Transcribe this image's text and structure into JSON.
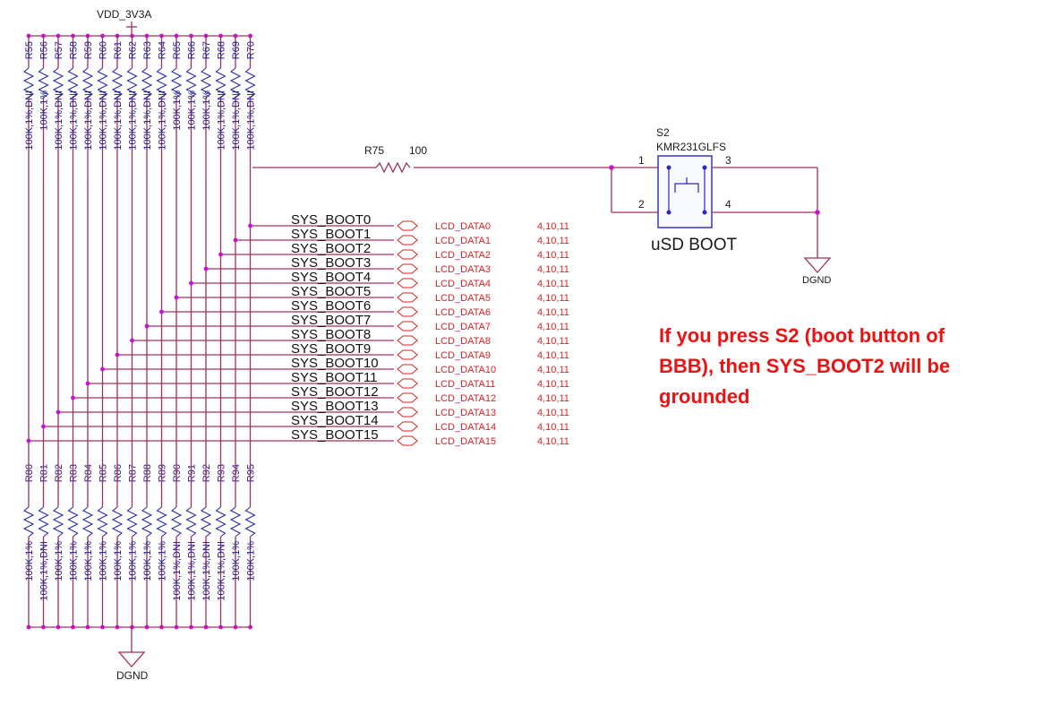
{
  "power": {
    "vdd_label": "VDD_3V3A"
  },
  "ground": {
    "label": "DGND"
  },
  "pullups": [
    {
      "ref": "R55",
      "value": "100K,1%,DNI"
    },
    {
      "ref": "R56",
      "value": "100K,1%"
    },
    {
      "ref": "R57",
      "value": "100K,1%,DNI"
    },
    {
      "ref": "R58",
      "value": "100K,1%,DNI"
    },
    {
      "ref": "R59",
      "value": "100K,1%,DNI"
    },
    {
      "ref": "R60",
      "value": "100K,1%,DNI"
    },
    {
      "ref": "R61",
      "value": "100K,1%,DNI"
    },
    {
      "ref": "R62",
      "value": "100K,1%,DNI"
    },
    {
      "ref": "R63",
      "value": "100K,1%,DNI"
    },
    {
      "ref": "R64",
      "value": "100K,1%,DNI"
    },
    {
      "ref": "R65",
      "value": "100K,1%"
    },
    {
      "ref": "R66",
      "value": "100K,1%"
    },
    {
      "ref": "R67",
      "value": "100K,1%"
    },
    {
      "ref": "R68",
      "value": "100K,1%,DNI"
    },
    {
      "ref": "R69",
      "value": "100K,1%,DNI"
    },
    {
      "ref": "R70",
      "value": "100K,1%,DNI"
    }
  ],
  "pulldowns": [
    {
      "ref": "R80",
      "value": "100K,1%"
    },
    {
      "ref": "R81",
      "value": "100K,1%,DNI"
    },
    {
      "ref": "R82",
      "value": "100K,1%"
    },
    {
      "ref": "R83",
      "value": "100K,1%"
    },
    {
      "ref": "R84",
      "value": "100K,1%"
    },
    {
      "ref": "R85",
      "value": "100K,1%"
    },
    {
      "ref": "R86",
      "value": "100K,1%"
    },
    {
      "ref": "R87",
      "value": "100K,1%"
    },
    {
      "ref": "R88",
      "value": "100K,1%"
    },
    {
      "ref": "R89",
      "value": "100K,1%"
    },
    {
      "ref": "R90",
      "value": "100K,1%,DNI"
    },
    {
      "ref": "R91",
      "value": "100K,1%,DNI"
    },
    {
      "ref": "R92",
      "value": "100K,1%,DNI"
    },
    {
      "ref": "R93",
      "value": "100K,1%,DNI"
    },
    {
      "ref": "R94",
      "value": "100K,1%"
    },
    {
      "ref": "R95",
      "value": "100K,1%"
    }
  ],
  "series_resistor": {
    "ref": "R75",
    "value": "100"
  },
  "switch": {
    "ref": "S2",
    "part": "KMR231GLFS",
    "pins": [
      "1",
      "2",
      "3",
      "4"
    ],
    "caption": "uSD BOOT"
  },
  "nets": [
    {
      "sys": "SYS_BOOT0",
      "lcd": "LCD_DATA0",
      "pages": "4,10,11"
    },
    {
      "sys": "SYS_BOOT1",
      "lcd": "LCD_DATA1",
      "pages": "4,10,11"
    },
    {
      "sys": "SYS_BOOT2",
      "lcd": "LCD_DATA2",
      "pages": "4,10,11"
    },
    {
      "sys": "SYS_BOOT3",
      "lcd": "LCD_DATA3",
      "pages": "4,10,11"
    },
    {
      "sys": "SYS_BOOT4",
      "lcd": "LCD_DATA4",
      "pages": "4,10,11"
    },
    {
      "sys": "SYS_BOOT5",
      "lcd": "LCD_DATA5",
      "pages": "4,10,11"
    },
    {
      "sys": "SYS_BOOT6",
      "lcd": "LCD_DATA6",
      "pages": "4,10,11"
    },
    {
      "sys": "SYS_BOOT7",
      "lcd": "LCD_DATA7",
      "pages": "4,10,11"
    },
    {
      "sys": "SYS_BOOT8",
      "lcd": "LCD_DATA8",
      "pages": "4,10,11"
    },
    {
      "sys": "SYS_BOOT9",
      "lcd": "LCD_DATA9",
      "pages": "4,10,11"
    },
    {
      "sys": "SYS_BOOT10",
      "lcd": "LCD_DATA10",
      "pages": "4,10,11"
    },
    {
      "sys": "SYS_BOOT11",
      "lcd": "LCD_DATA11",
      "pages": "4,10,11"
    },
    {
      "sys": "SYS_BOOT12",
      "lcd": "LCD_DATA12",
      "pages": "4,10,11"
    },
    {
      "sys": "SYS_BOOT13",
      "lcd": "LCD_DATA13",
      "pages": "4,10,11"
    },
    {
      "sys": "SYS_BOOT14",
      "lcd": "LCD_DATA14",
      "pages": "4,10,11"
    },
    {
      "sys": "SYS_BOOT15",
      "lcd": "LCD_DATA15",
      "pages": "4,10,11"
    }
  ],
  "note": {
    "line1": "If you press S2 (boot button of",
    "line2": "BBB), then SYS_BOOT2 will be",
    "line3": "grounded"
  },
  "colors": {
    "wire": "#a0305e",
    "resistor": "#2a2ab4",
    "junction": "#d010d0",
    "note": "#ee1111",
    "port": "#e02020"
  }
}
